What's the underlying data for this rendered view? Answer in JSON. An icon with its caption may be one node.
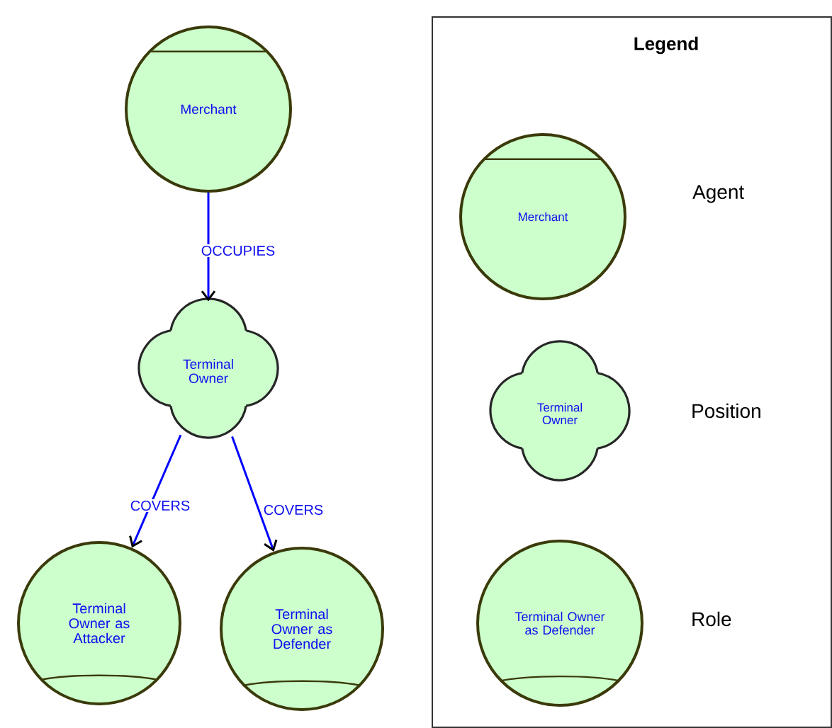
{
  "diagram": {
    "nodes": [
      {
        "text": [
          "Merchant"
        ]
      },
      {
        "text": [
          "Terminal Owner"
        ]
      },
      {
        "text": [
          "Terminal Owner as Attacker"
        ]
      },
      {
        "text": [
          "Terminal Owner as Defender"
        ]
      },
      {
        "text": [
          "Legend"
        ]
      },
      {
        "text": [
          "Merchant"
        ],
        "in": 4
      },
      {
        "text": [
          "Terminal Owner"
        ],
        "in": 4
      },
      {
        "text": [
          "Terminal Owner as Defender"
        ],
        "in": 4
      }
    ],
    "edges": [
      {
        "from": 0,
        "to": 1,
        "arrow": "to",
        "label": "OCCUPIES"
      },
      {
        "from": 1,
        "to": 2,
        "arrow": "to",
        "label": "COVERS"
      },
      {
        "from": 1,
        "to": 3,
        "arrow": "to",
        "label": "COVERS"
      }
    ],
    "legend": [
      {
        "text": "Agent"
      },
      {
        "text": "Position"
      },
      {
        "text": "Role"
      }
    ]
  }
}
